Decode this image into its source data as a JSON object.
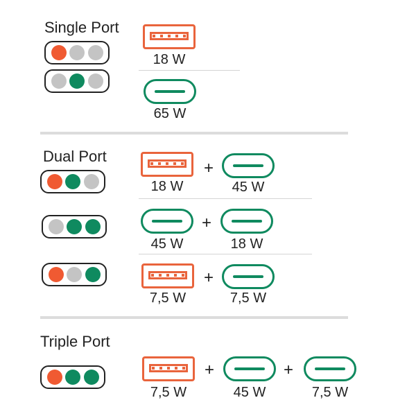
{
  "sections": [
    {
      "title": "Single Port",
      "rows": [
        {
          "leds": [
            "orange",
            "gray",
            "gray"
          ],
          "ports": [
            {
              "type": "usb-a",
              "watt": "18 W"
            }
          ]
        },
        {
          "leds": [
            "gray",
            "green",
            "gray"
          ],
          "ports": [
            {
              "type": "usb-c",
              "watt": "65 W"
            }
          ]
        }
      ]
    },
    {
      "title": "Dual Port",
      "rows": [
        {
          "leds": [
            "orange",
            "green",
            "gray"
          ],
          "ports": [
            {
              "type": "usb-a",
              "watt": "18 W"
            },
            {
              "type": "usb-c",
              "watt": "45 W"
            }
          ]
        },
        {
          "leds": [
            "gray",
            "green",
            "green"
          ],
          "ports": [
            {
              "type": "usb-c",
              "watt": "45 W"
            },
            {
              "type": "usb-c",
              "watt": "18 W"
            }
          ]
        },
        {
          "leds": [
            "orange",
            "gray",
            "green"
          ],
          "ports": [
            {
              "type": "usb-a",
              "watt": "7,5 W"
            },
            {
              "type": "usb-c",
              "watt": "7,5 W"
            }
          ]
        }
      ]
    },
    {
      "title": "Triple Port",
      "rows": [
        {
          "leds": [
            "orange",
            "green",
            "green"
          ],
          "ports": [
            {
              "type": "usb-a",
              "watt": "7,5 W"
            },
            {
              "type": "usb-c",
              "watt": "45 W"
            },
            {
              "type": "usb-c",
              "watt": "7,5 W"
            }
          ]
        }
      ]
    }
  ],
  "plus_sign": "+",
  "colors": {
    "usb_a": "#e9643c",
    "usb_c": "#0f8a5f",
    "led_orange": "#f05a32",
    "led_green": "#0f8a5f",
    "led_off": "#c4c4c4"
  }
}
